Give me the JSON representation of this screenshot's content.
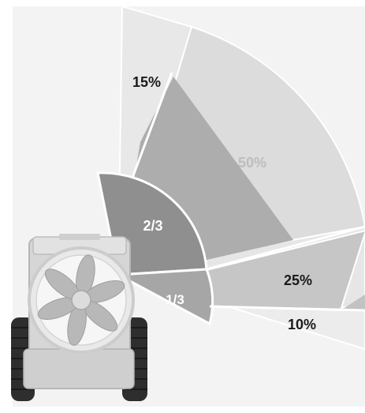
{
  "diagram": {
    "outer_labels": {
      "top": "15%",
      "middle": "50%",
      "lower": "25%",
      "bottom": "10%"
    },
    "inner_labels": {
      "upper": "2/3",
      "lower": "1/3"
    },
    "colors": {
      "background": "#f3f3f3",
      "outer_light": "#e6e6e6",
      "outer_mid": "#d9d9d9",
      "inner_overlap_dark": "#a9a9a9",
      "inner_dark": "#8f8f8f",
      "label_dark": "#1a1a1a",
      "label_faint": "#bdbdbd",
      "label_light": "#ffffff"
    },
    "icons": {
      "sprayer": "axial-fan-sprayer-icon"
    }
  }
}
